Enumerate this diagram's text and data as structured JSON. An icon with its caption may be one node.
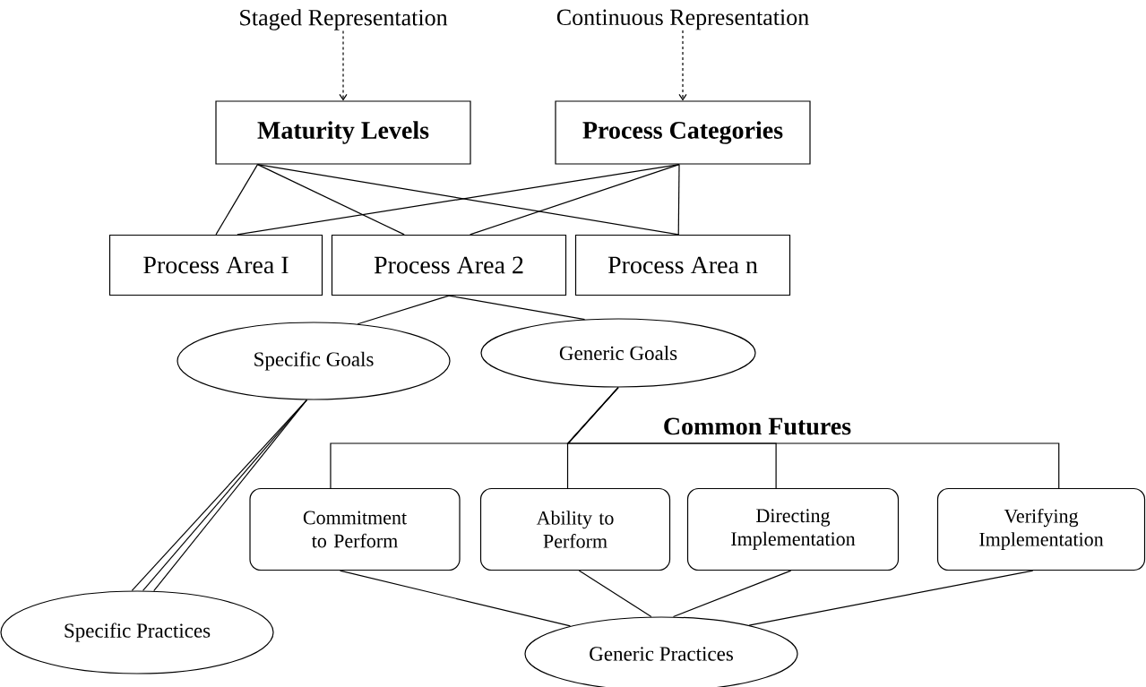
{
  "diagram": {
    "nodes": [
      {
        "text": [
          "Staged Representation"
        ]
      },
      {
        "text": [
          "Continuous Representation"
        ]
      },
      {
        "text": [
          "Maturity Levels"
        ]
      },
      {
        "text": [
          "Process Categories"
        ]
      },
      {
        "text": [
          "Process Area I"
        ]
      },
      {
        "text": [
          "Process Area 2"
        ]
      },
      {
        "text": [
          "Process Area n"
        ]
      },
      {
        "text": [
          "Specific Goals"
        ]
      },
      {
        "text": [
          "Generic Goals"
        ]
      },
      {
        "text": [
          "Commitment to Perform"
        ]
      },
      {
        "text": [
          "Ability to Perform"
        ]
      },
      {
        "text": [
          "Directing Implementation"
        ]
      },
      {
        "text": [
          "Verifying Implementation"
        ]
      },
      {
        "text": [
          "Specific Practices"
        ]
      },
      {
        "text": [
          "Generic Practices"
        ]
      }
    ],
    "edges": [
      {
        "from": 0,
        "to": 2,
        "arrow": "to",
        "style": "dashed"
      },
      {
        "from": 1,
        "to": 3,
        "arrow": "to",
        "style": "dashed"
      },
      {
        "from": 2,
        "to": 4,
        "arrow": "none"
      },
      {
        "from": 2,
        "to": 5,
        "arrow": "none"
      },
      {
        "from": 2,
        "to": 6,
        "arrow": "none"
      },
      {
        "from": 3,
        "to": 4,
        "arrow": "none"
      },
      {
        "from": 3,
        "to": 5,
        "arrow": "none"
      },
      {
        "from": 3,
        "to": 6,
        "arrow": "none"
      },
      {
        "from": 5,
        "to": 7,
        "arrow": "none"
      },
      {
        "from": 5,
        "to": 8,
        "arrow": "none"
      },
      {
        "from": 7,
        "to": 13,
        "arrow": "none"
      },
      {
        "from": 7,
        "to": 13,
        "arrow": "none"
      },
      {
        "from": 7,
        "to": 13,
        "arrow": "none"
      },
      {
        "from": 8,
        "to": 9,
        "arrow": "none"
      },
      {
        "from": 8,
        "to": 10,
        "arrow": "none"
      },
      {
        "from": 8,
        "to": 11,
        "arrow": "none"
      },
      {
        "from": 8,
        "to": 12,
        "arrow": "none"
      },
      {
        "from": 9,
        "to": 14,
        "arrow": "none"
      },
      {
        "from": 10,
        "to": 14,
        "arrow": "none"
      },
      {
        "from": 11,
        "to": 14,
        "arrow": "none"
      },
      {
        "from": 12,
        "to": 14,
        "arrow": "none"
      }
    ],
    "labels": [
      "Common Futures"
    ]
  }
}
